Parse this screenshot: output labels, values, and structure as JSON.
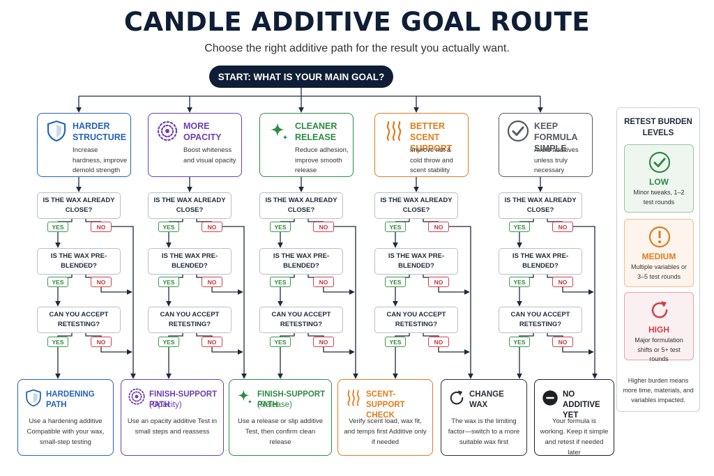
{
  "title": "CANDLE ADDITIVE GOAL ROUTE",
  "subtitle": "Choose the right additive path for the result you actually want.",
  "start": "START: WHAT IS YOUR MAIN GOAL?",
  "goals": [
    {
      "title": "HARDER STRUCTURE",
      "desc": "Increase hardness, improve demold strength",
      "icon": "shield-icon",
      "color": "#2563b8"
    },
    {
      "title": "MORE OPACITY",
      "desc": "Boost whiteness and visual opacity",
      "icon": "dotted-circle-icon",
      "color": "#6b3fb5"
    },
    {
      "title": "CLEANER RELEASE",
      "desc": "Reduce adhesion, improve smooth release",
      "icon": "sparkle-icon",
      "color": "#2e8b45"
    },
    {
      "title": "BETTER SCENT SUPPORT",
      "desc": "Improve hot & cold throw and scent stability",
      "icon": "scent-waves-icon",
      "color": "#e07b1c"
    },
    {
      "title": "KEEP FORMULA SIMPLE",
      "desc": "Avoid additives unless truly necessary",
      "icon": "check-circle-icon",
      "color": "#555a62"
    }
  ],
  "questions": [
    "IS THE WAX ALREADY CLOSE?",
    "IS THE WAX PRE-BLENDED?",
    "CAN YOU ACCEPT RETESTING?"
  ],
  "yes_label": "YES",
  "no_label": "NO",
  "results": [
    {
      "title": "HARDENING PATH",
      "subtitle": "",
      "desc": "Use a hardening additive Compatible with your wax, small-step testing",
      "icon": "shield-icon",
      "color": "#2563b8"
    },
    {
      "title": "FINISH-SUPPORT PATH",
      "subtitle": "(Opacity)",
      "desc": "Use an opacity additive Test in small steps and reassess",
      "icon": "dotted-circle-icon",
      "color": "#6b3fb5"
    },
    {
      "title": "FINISH-SUPPORT PATH",
      "subtitle": "(Release)",
      "desc": "Use a release or slip additive Test, then confirm clean release",
      "icon": "sparkle-icon",
      "color": "#2e8b45"
    },
    {
      "title": "SCENT-SUPPORT CHECK",
      "subtitle": "",
      "desc": "Verify scent load, wax fit, and temps first Additive only if needed",
      "icon": "scent-waves-icon",
      "color": "#e07b1c"
    },
    {
      "title": "CHANGE WAX",
      "subtitle": "",
      "desc": "The wax is the limiting factor—switch to a more suitable wax first",
      "icon": "refresh-icon",
      "color": "#2b2f36"
    },
    {
      "title": "NO ADDITIVE YET",
      "subtitle": "",
      "desc": "Your formula is working. Keep it simple and retest if needed later",
      "icon": "minus-circle-icon",
      "color": "#1b1f26"
    }
  ],
  "legend": {
    "title": "RETEST BURDEN LEVELS",
    "levels": [
      {
        "name": "LOW",
        "desc": "Minor tweaks, 1–2 test rounds",
        "icon": "check-circle-icon",
        "color": "#2e8b45"
      },
      {
        "name": "MEDIUM",
        "desc": "Multiple variables or 3–5 test rounds",
        "icon": "exclamation-circle-icon",
        "color": "#e07b1c"
      },
      {
        "name": "HIGH",
        "desc": "Major formulation shifts or 5+ test rounds",
        "icon": "refresh-icon",
        "color": "#d0404a"
      }
    ],
    "note": "Higher burden means more time, materials, and variables impacted."
  }
}
